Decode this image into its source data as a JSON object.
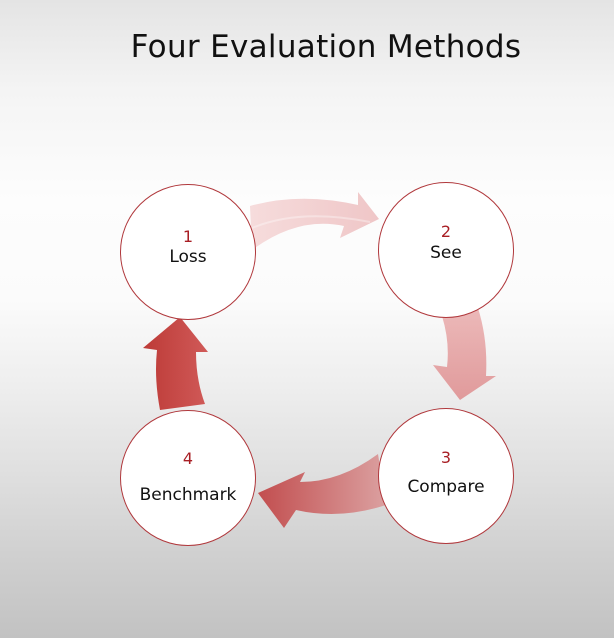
{
  "slide": {
    "title": "Four Evaluation Methods"
  },
  "colors": {
    "accent": "#a81e24",
    "circle_border": "#b0383c",
    "arrow_1_to_2": "#f2cfd0",
    "arrow_2_to_3": "#e6a9aa",
    "arrow_3_to_4": "#c9595a",
    "arrow_4_to_1": "#c2403e"
  },
  "cycle": {
    "steps": [
      {
        "number": "1",
        "label": "Loss"
      },
      {
        "number": "2",
        "label": "See"
      },
      {
        "number": "3",
        "label": "Compare"
      },
      {
        "number": "4",
        "label": "Benchmark"
      }
    ],
    "arrows": [
      {
        "from": "1",
        "to": "2",
        "direction": "right"
      },
      {
        "from": "2",
        "to": "3",
        "direction": "down"
      },
      {
        "from": "3",
        "to": "4",
        "direction": "left"
      },
      {
        "from": "4",
        "to": "1",
        "direction": "up"
      }
    ]
  }
}
